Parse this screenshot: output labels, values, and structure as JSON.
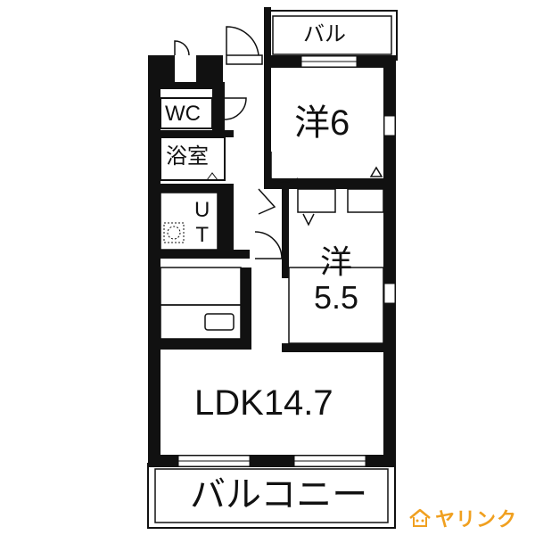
{
  "rooms": {
    "balcony_top": "バル",
    "western1": "洋6",
    "wc": "WC",
    "bath": "浴室",
    "ut_top": "U",
    "ut_bottom": "T",
    "western2_top": "洋",
    "western2_bottom": "5.5",
    "ldk": "LDK14.7",
    "balcony_bottom": "バルコニー"
  },
  "brand": {
    "name": "ヤリンク",
    "color": "#f0a020",
    "icon": "house-logo-icon"
  }
}
